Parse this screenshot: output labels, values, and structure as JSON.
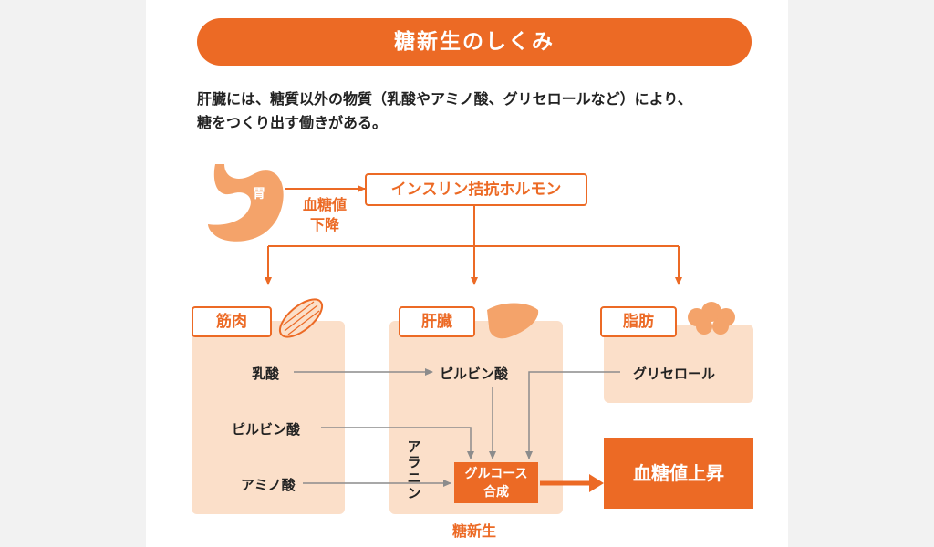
{
  "title": "糖新生のしくみ",
  "intro": {
    "line1": "肝臓には、糖質以外の物質（乳酸やアミノ酸、グリセロールなど）により、",
    "line2": "糖をつくり出す働きがある。"
  },
  "stomach": {
    "label": "胃",
    "icon": "stomach-icon"
  },
  "blood_sugar_drop": {
    "line1": "血糖値",
    "line2": "下降"
  },
  "hormone_box": "インスリン拮抗ホルモン",
  "muscle": {
    "label": "筋肉",
    "icon": "muscle-icon",
    "items": [
      "乳酸",
      "ピルビン酸",
      "アミノ酸"
    ]
  },
  "liver": {
    "label": "肝臓",
    "icon": "liver-icon",
    "item": "ピルビン酸",
    "alanine": [
      "ア",
      "ラ",
      "ニ",
      "ン"
    ]
  },
  "fat": {
    "label": "脂肪",
    "icon": "fat-icon",
    "item": "グリセロール"
  },
  "glucose_synthesis": {
    "line1": "グルコース",
    "line2": "合成"
  },
  "result": "血糖値上昇",
  "gluconeogenesis_label": "糖新生",
  "colors": {
    "accent": "#ec6a25",
    "panel": "#fbdfc9",
    "arrow_gray": "#8c8c8c",
    "icon_fill": "#f4a36a"
  }
}
